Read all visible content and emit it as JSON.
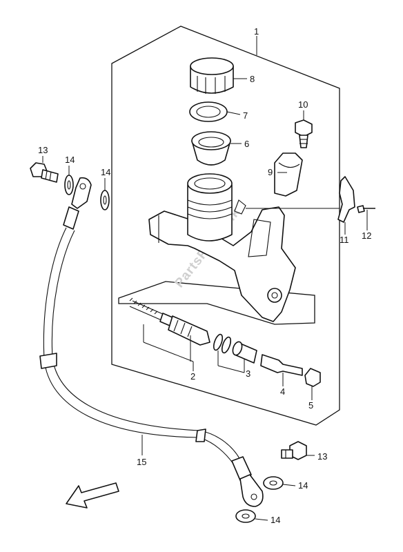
{
  "callouts": {
    "c1": "1",
    "c2": "2",
    "c3": "3",
    "c4": "4",
    "c5": "5",
    "c6": "6",
    "c7": "7",
    "c8": "8",
    "c9": "9",
    "c10": "10",
    "c11": "11",
    "c12": "12",
    "c13a": "13",
    "c13b": "13",
    "c14a": "14",
    "c14b": "14",
    "c14c": "14",
    "c14d": "14",
    "c15": "15"
  },
  "watermark": "PartsRepublik",
  "icons": {
    "direction_arrow": "front-direction-arrow-icon"
  }
}
